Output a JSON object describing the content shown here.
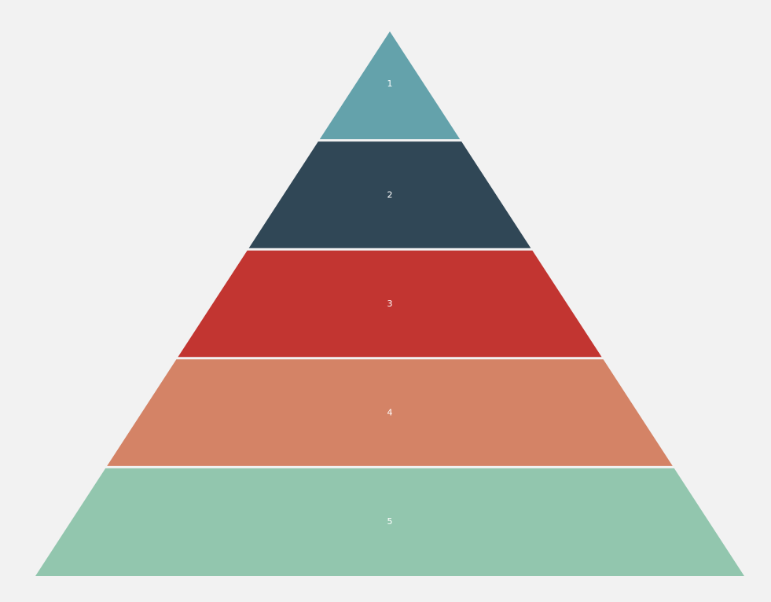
{
  "pyramid": {
    "levels": [
      {
        "label": "1",
        "color": "#64a2ab"
      },
      {
        "label": "2",
        "color": "#304756"
      },
      {
        "label": "3",
        "color": "#c23531"
      },
      {
        "label": "4",
        "color": "#d48366"
      },
      {
        "label": "5",
        "color": "#92c6ae"
      }
    ],
    "background": "#f2f2f2",
    "separator_color": "#f2f2f2",
    "label_color": "#ffffff"
  }
}
